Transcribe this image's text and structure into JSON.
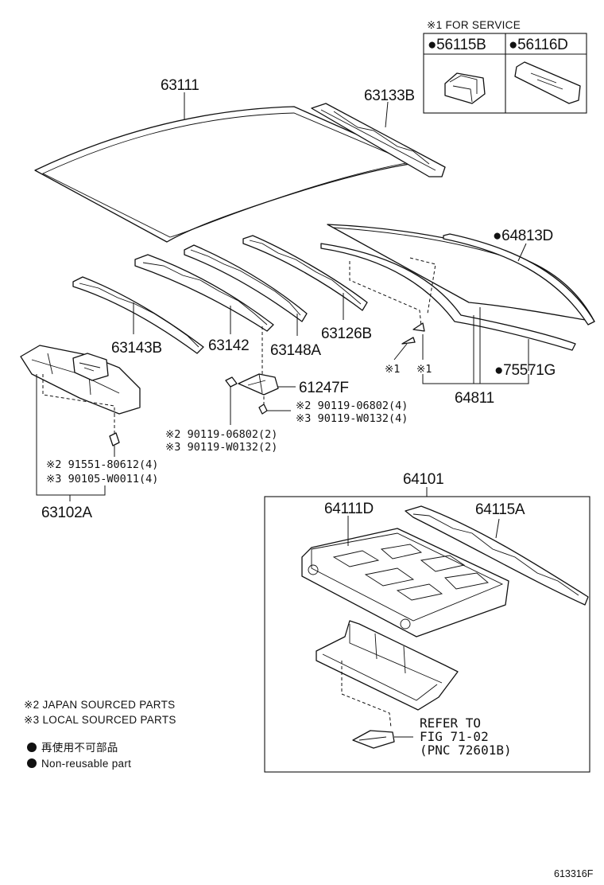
{
  "service_box": {
    "title": "※1 FOR SERVICE",
    "left": "●56115B",
    "right": "●56116D"
  },
  "parts": {
    "p63111": "63111",
    "p63133B": "63133B",
    "p64813D": "●64813D",
    "p63143B": "63143B",
    "p63142": "63142",
    "p63148A": "63148A",
    "p63126B": "63126B",
    "p75571G": "●75571G",
    "p64811": "64811",
    "p61247F": "61247F",
    "p63102A": "63102A",
    "p64101": "64101",
    "p64111D": "64111D",
    "p64115A": "64115A",
    "mark1a": "※1",
    "mark1b": "※1"
  },
  "fasteners": {
    "f1_a": "※2 90119-06802(4)",
    "f1_b": "※3 90119-W0132(4)",
    "f2_a": "※2 90119-06802(2)",
    "f2_b": "※3 90119-W0132(2)",
    "f3_a": "※2 91551-80612(4)",
    "f3_b": "※3 90105-W0011(4)"
  },
  "refer": {
    "line1": "REFER TO",
    "line2": "FIG 71-02",
    "line3": "(PNC 72601B)"
  },
  "legend": {
    "japan": "※2 JAPAN SOURCED PARTS",
    "local": "※3 LOCAL SOURCED PARTS",
    "nonreuse_jp": "再使用不可部品",
    "nonreuse_en": "Non-reusable part"
  },
  "figure_code": "613316F"
}
